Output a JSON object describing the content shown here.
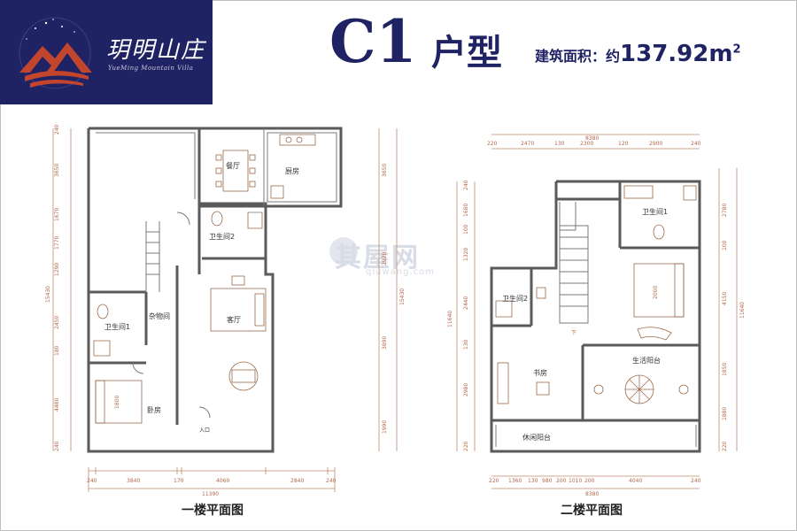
{
  "brand": {
    "name": "玥明山庄",
    "subtitle": "YueMing Mountain Villa",
    "colors": {
      "navy": "#1f2263",
      "logo_red": "#c2452e"
    }
  },
  "header": {
    "code": "C1",
    "type_label": "户型",
    "area_label": "建筑面积：约",
    "area_value": "137.92",
    "area_unit": "m",
    "area_sup": "2"
  },
  "watermark": {
    "text": "其屋网",
    "sub": "qiuwang.com"
  },
  "floor1": {
    "title": "一楼平面图",
    "rooms": {
      "dining": "餐厅",
      "kitchen": "厨房",
      "bath2": "卫生间2",
      "storage": "杂物间",
      "bath1": "卫生间1",
      "living": "客厅",
      "bedroom": "卧房",
      "entry": "入口"
    },
    "dims_bottom": [
      "240",
      "3840",
      "170",
      "4060",
      "2840",
      "240"
    ],
    "dims_total": "11390",
    "dims_left": [
      "240",
      "3650",
      "1670",
      "1770",
      "1290",
      "2450",
      "180",
      "4480",
      "240"
    ],
    "dims_left_total": "15430",
    "dims_right": [
      "3650",
      "2920",
      "3890",
      "1990"
    ],
    "dims_right_total": "15430",
    "bed_size": "1800"
  },
  "floor2": {
    "title": "二楼平面图",
    "rooms": {
      "bath1": "卫生间1",
      "bath2": "卫生间2",
      "study": "书房",
      "life_balcony": "生活阳台",
      "leisure_balcony": "休闲阳台"
    },
    "dims_top": [
      "220",
      "2470",
      "130",
      "2300",
      "120",
      "2900",
      "240"
    ],
    "dims_top_total": "8380",
    "dims_bottom": [
      "220",
      "1360",
      "130",
      "980",
      "200",
      "1010",
      "200",
      "4040",
      "240"
    ],
    "dims_bottom_total": "8380",
    "dims_left": [
      "240",
      "1680",
      "100",
      "1320",
      "2440",
      "130",
      "2980",
      "220"
    ],
    "dims_left_total": "11640",
    "dims_right": [
      "2780",
      "100",
      "4150",
      "1850",
      "1880",
      "220"
    ],
    "dims_right_total": "11640",
    "bed_size": "2000",
    "stair_mark": "下"
  }
}
